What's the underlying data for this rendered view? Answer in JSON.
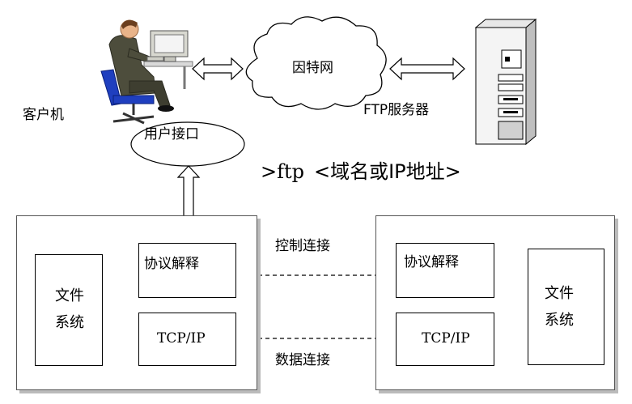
{
  "top": {
    "client_label": "客户机",
    "internet_label": "因特网",
    "ftp_server_label": "FTP服务器",
    "user_interface_label": "用户接口",
    "command": {
      "prefix": ">ftp",
      "argument": "<域名或IP地址>"
    }
  },
  "left_host": {
    "file_system": [
      "文件",
      "系统"
    ],
    "protocol_interpreter": "协议解释",
    "tcpip": "TCP/IP"
  },
  "right_host": {
    "file_system": [
      "文件",
      "系统"
    ],
    "protocol_interpreter": "协议解释",
    "tcpip": "TCP/IP"
  },
  "connections": {
    "control": "控制连接",
    "data": "数据连接"
  },
  "colors": {
    "arrow_fill": "#f5c59e",
    "arrow_stroke": "#b0703a",
    "line": "#000000",
    "shadow": "#bbbbbb"
  }
}
